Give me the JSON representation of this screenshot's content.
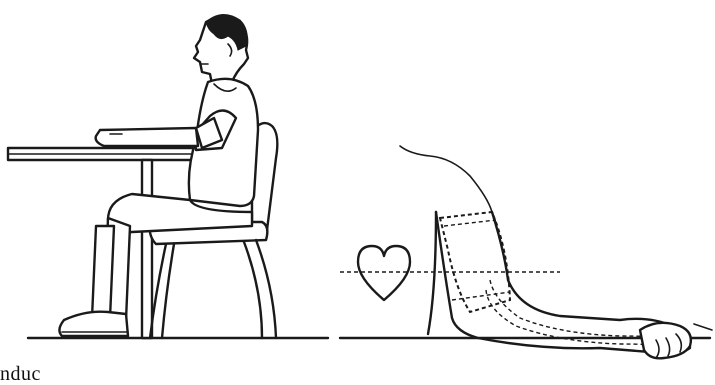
{
  "figure": {
    "left_panel": "seated-posture-at-table",
    "right_panel": "upper-arm-cuff-at-heart-level",
    "icons": [
      "seated-person-icon",
      "chair-icon",
      "table-icon",
      "heart-icon",
      "arm-cuff-icon"
    ]
  },
  "cut_text": "nduc"
}
